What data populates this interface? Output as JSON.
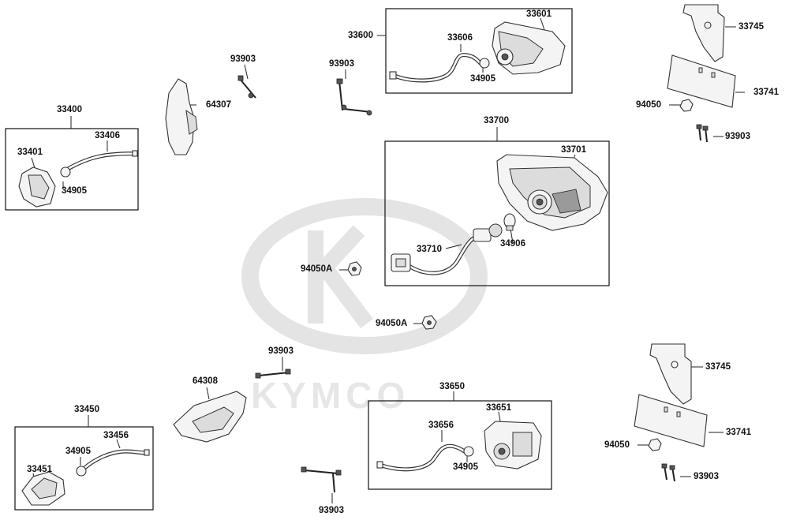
{
  "watermark": {
    "brand_text": "KYMCO"
  },
  "labels": {
    "l33600": "33600",
    "l33601": "33601",
    "l33606": "33606",
    "l34905_top": "34905",
    "l93903_a": "93903",
    "l93903_b": "93903",
    "l64307": "64307",
    "l33400": "33400",
    "l33406": "33406",
    "l33401": "33401",
    "l34905_left": "34905",
    "l33745_top": "33745",
    "l33741_top": "33741",
    "l94050_top": "94050",
    "l93903_right_top": "93903",
    "l33700": "33700",
    "l33701": "33701",
    "l33710": "33710",
    "l34906": "34906",
    "l94050A_1": "94050A",
    "l94050A_2": "94050A",
    "l93903_mid": "93903",
    "l64308": "64308",
    "l33450": "33450",
    "l33456": "33456",
    "l34905_bl": "34905",
    "l33451": "33451",
    "l33650": "33650",
    "l33651": "33651",
    "l33656": "33656",
    "l34905_bm": "34905",
    "l93903_bottom": "93903",
    "l33745_bottom": "33745",
    "l33741_bottom": "33741",
    "l94050_bottom": "94050",
    "l93903_right_bottom": "93903"
  }
}
